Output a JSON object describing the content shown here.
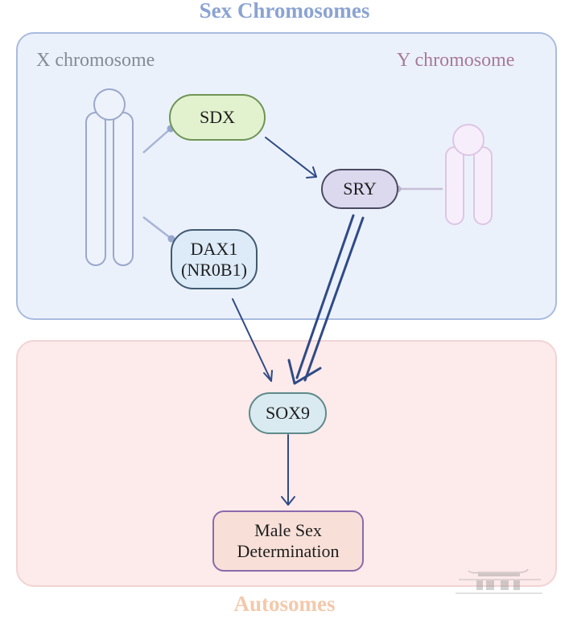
{
  "titles": {
    "top": "Sex Chromosomes",
    "bottom": "Autosomes"
  },
  "panels": {
    "sex_chromosomes": {
      "x_label": "X chromosome",
      "y_label": "Y chromosome"
    },
    "autosomes": {}
  },
  "nodes": {
    "sdx": "SDX",
    "sry": "SRY",
    "dax1": {
      "line1": "DAX1",
      "line2": "(NR0B1)"
    },
    "sox9": "SOX9",
    "male_sex_determination": {
      "line1": "Male Sex",
      "line2": "Determination"
    }
  },
  "edges": [
    {
      "from": "X chromosome",
      "to": "SDX",
      "type": "association"
    },
    {
      "from": "X chromosome",
      "to": "DAX1",
      "type": "association"
    },
    {
      "from": "Y chromosome",
      "to": "SRY",
      "type": "association"
    },
    {
      "from": "SDX",
      "to": "SRY",
      "type": "activation"
    },
    {
      "from": "SRY",
      "to": "SOX9",
      "type": "strong-activation"
    },
    {
      "from": "DAX1",
      "to": "SOX9",
      "type": "activation"
    },
    {
      "from": "SOX9",
      "to": "Male Sex Determination",
      "type": "activation"
    }
  ],
  "colors": {
    "top_title": "#8aa3d2",
    "bottom_title": "#f3c9ab",
    "sex_panel_bg": "#ebf1fb",
    "autosome_panel_bg": "#fdeaea",
    "arrow": "#2f4b86",
    "x_chromosome": "#9aa8cb",
    "y_chromosome": "#ddc6e3"
  }
}
